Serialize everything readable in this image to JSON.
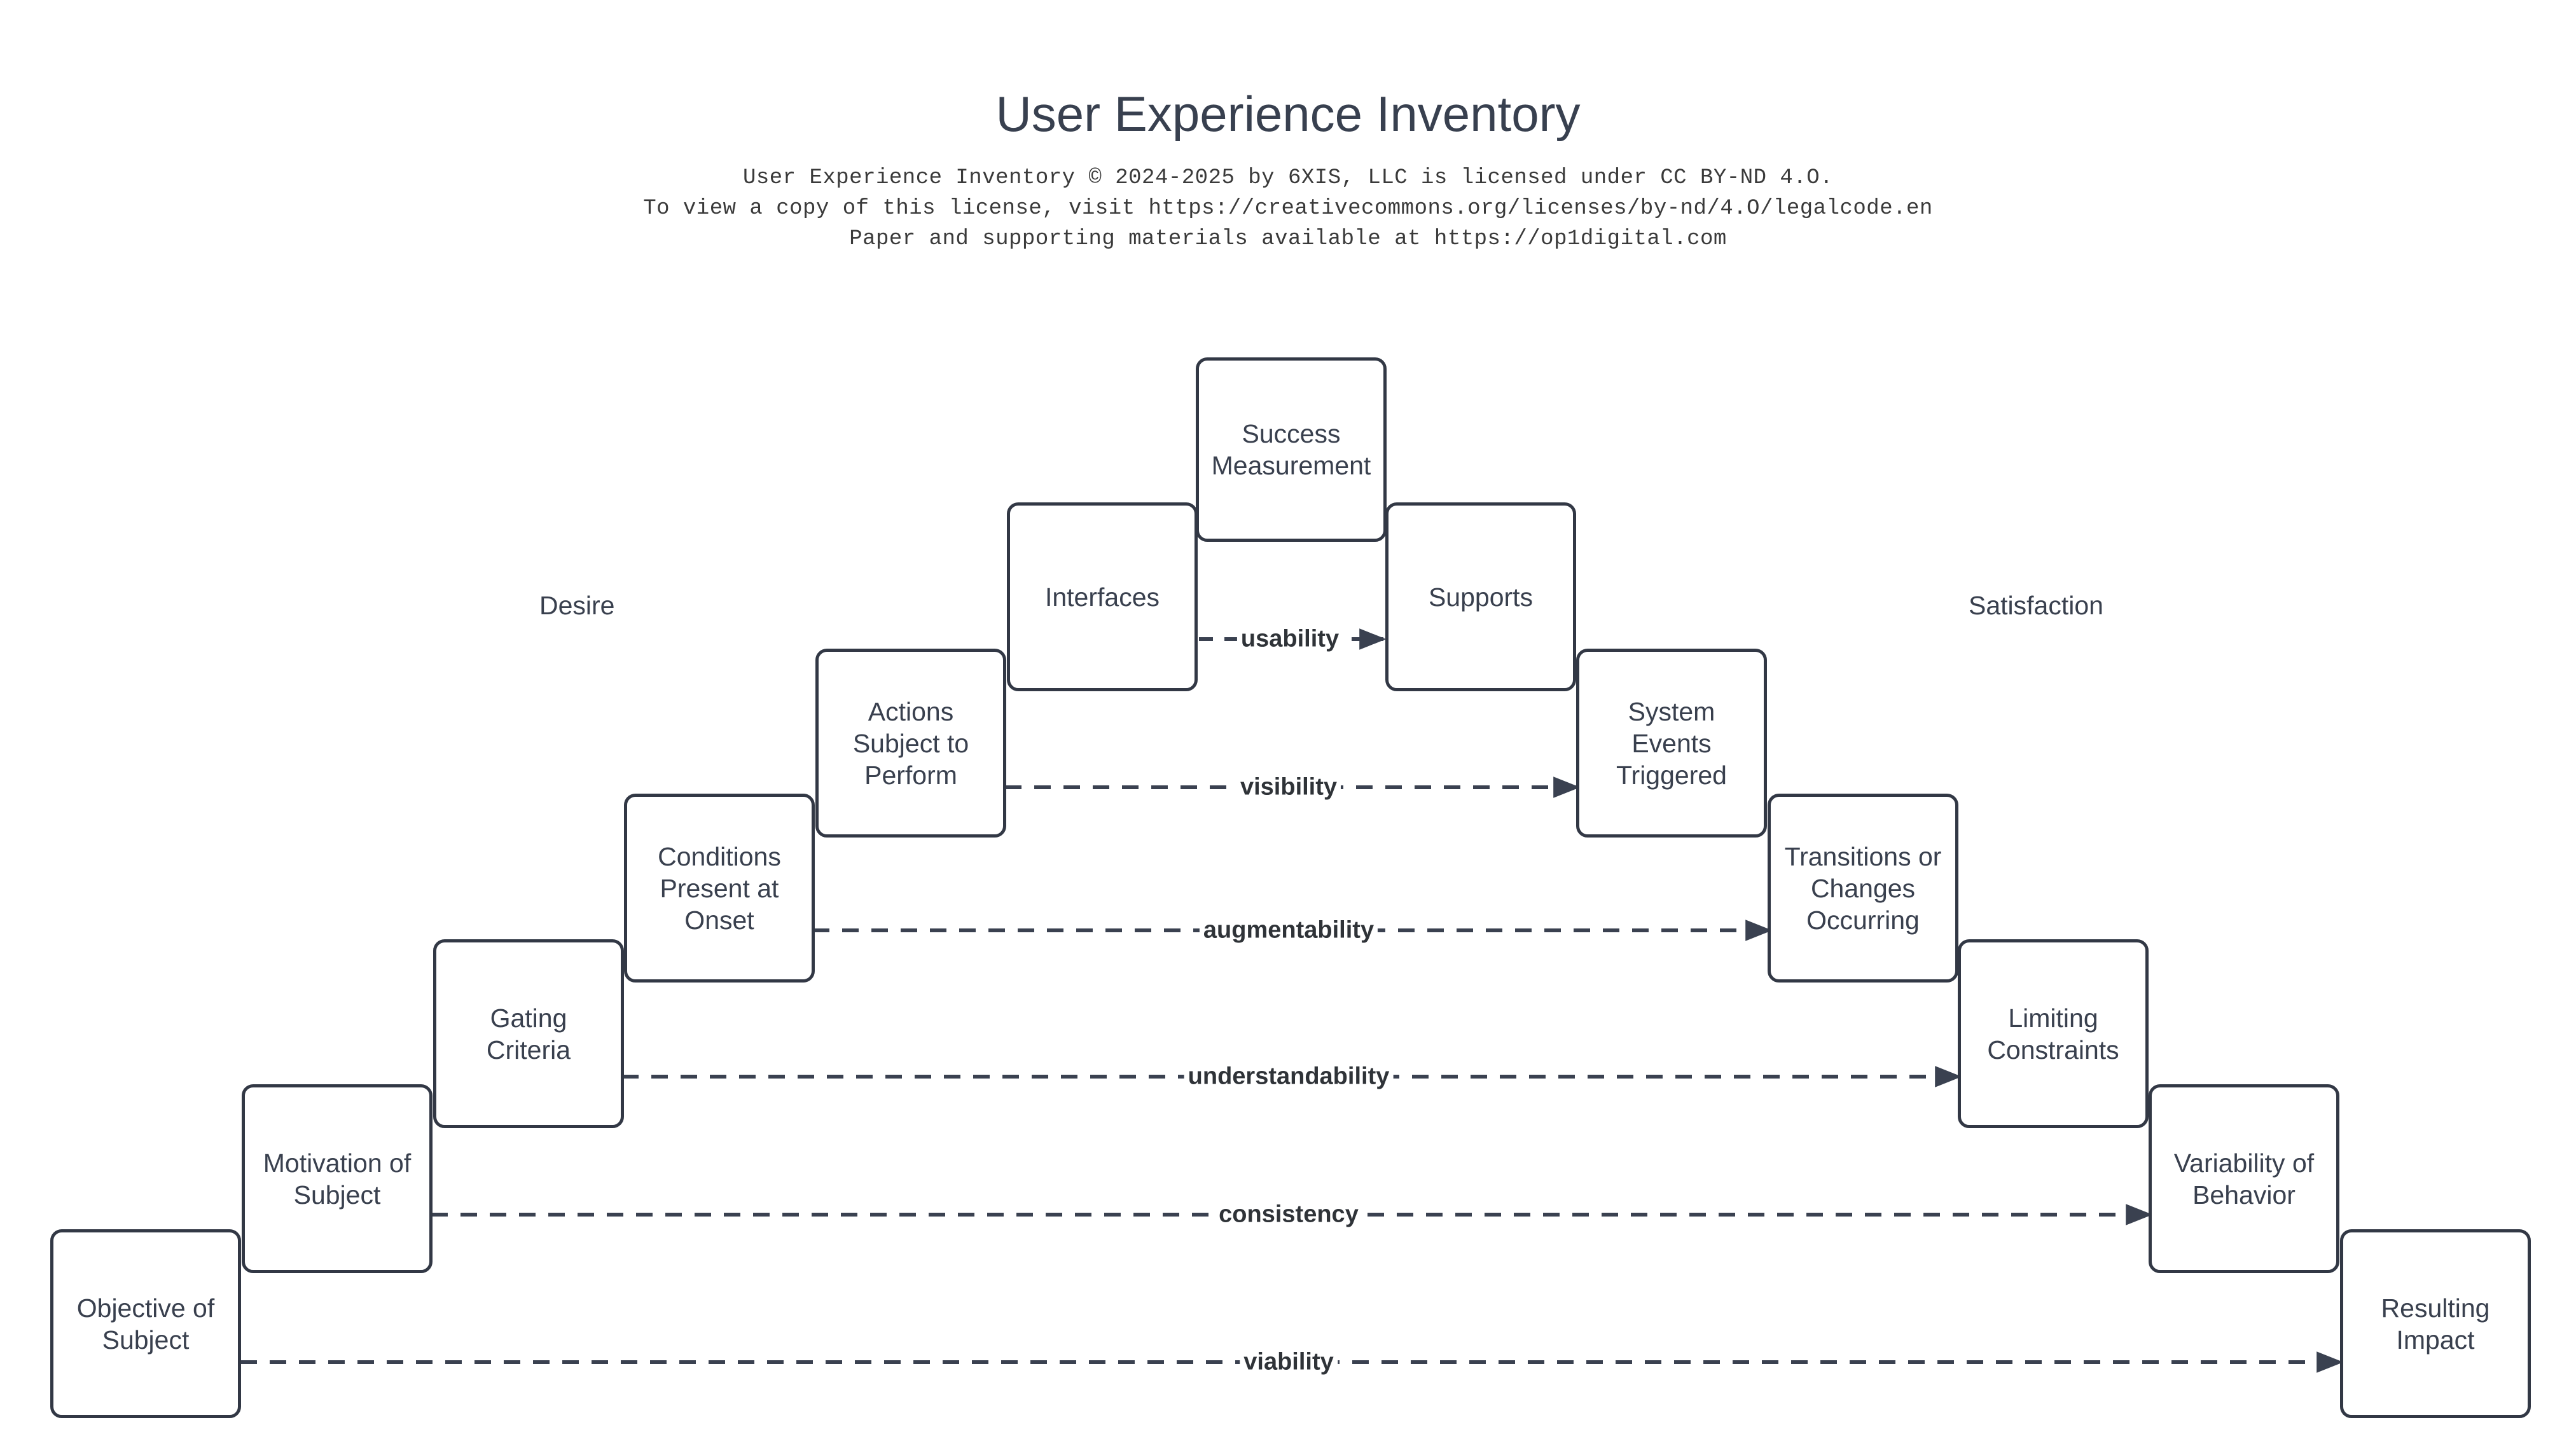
{
  "header": {
    "title": "User Experience Inventory",
    "license_lines": [
      "User Experience Inventory © 2024-2025 by 6XIS, LLC is licensed under CC BY-ND 4.O.",
      "To view a copy of this license, visit https://creativecommons.org/licenses/by-nd/4.O/legalcode.en",
      "Paper and supporting materials available at https://op1digital.com"
    ]
  },
  "phases": [
    {
      "label": "Desire"
    },
    {
      "label": "Satisfaction"
    }
  ],
  "nodes": [
    {
      "id": "objective-of-subject",
      "label": "Objective of\nSubject"
    },
    {
      "id": "motivation-of-subject",
      "label": "Motivation of\nSubject"
    },
    {
      "id": "gating-criteria",
      "label": "Gating Criteria"
    },
    {
      "id": "conditions-present-at-onset",
      "label": "Conditions\nPresent at\nOnset"
    },
    {
      "id": "actions-subject-to-perform",
      "label": "Actions\nSubject to\nPerform"
    },
    {
      "id": "interfaces",
      "label": "Interfaces"
    },
    {
      "id": "success-measurement",
      "label": "Success\nMeasurement"
    },
    {
      "id": "supports",
      "label": "Supports"
    },
    {
      "id": "system-events-triggered",
      "label": "System Events\nTriggered"
    },
    {
      "id": "transitions-or-changes-occurring",
      "label": "Transitions or\nChanges\nOccurring"
    },
    {
      "id": "limiting-constraints",
      "label": "Limiting\nConstraints"
    },
    {
      "id": "variability-of-behavior",
      "label": "Variability of\nBehavior"
    },
    {
      "id": "resulting-impact",
      "label": "Resulting\nImpact"
    }
  ],
  "edges": [
    {
      "id": "usability",
      "label": "usability",
      "from": "interfaces",
      "to": "supports"
    },
    {
      "id": "visibility",
      "label": "visibility",
      "from": "actions-subject-to-perform",
      "to": "system-events-triggered"
    },
    {
      "id": "augmentability",
      "label": "augmentability",
      "from": "conditions-present-at-onset",
      "to": "transitions-or-changes-occurring"
    },
    {
      "id": "understandability",
      "label": "understandability",
      "from": "gating-criteria",
      "to": "limiting-constraints"
    },
    {
      "id": "consistency",
      "label": "consistency",
      "from": "motivation-of-subject",
      "to": "variability-of-behavior"
    },
    {
      "id": "viability",
      "label": "viability",
      "from": "objective-of-subject",
      "to": "resulting-impact"
    }
  ],
  "colors": {
    "node_stroke": "#323845",
    "text": "#39404e",
    "edge": "#3a4150",
    "background": "#ffffff"
  }
}
